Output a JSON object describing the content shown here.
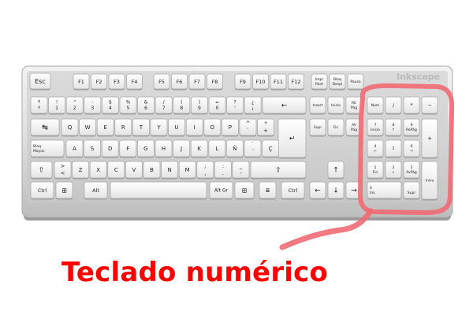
{
  "caption": "Teclado numérico",
  "brand": "Inkscape",
  "colors": {
    "caption": "#ff0000",
    "highlight": "#f06a73",
    "case": "#d9d9d9",
    "key": "#f7f7f7",
    "key_text": "#222222"
  },
  "keyboard": {
    "keys": [
      {
        "name": "key-esc",
        "lines": [
          "Esc"
        ]
      },
      {
        "name": "key-f1",
        "lines": [
          "F1"
        ]
      },
      {
        "name": "key-f2",
        "lines": [
          "F2"
        ]
      },
      {
        "name": "key-f3",
        "lines": [
          "F3"
        ]
      },
      {
        "name": "key-f4",
        "lines": [
          "F4"
        ]
      },
      {
        "name": "key-f5",
        "lines": [
          "F5"
        ]
      },
      {
        "name": "key-f6",
        "lines": [
          "F6"
        ]
      },
      {
        "name": "key-f7",
        "lines": [
          "F7"
        ]
      },
      {
        "name": "key-f8",
        "lines": [
          "F8"
        ]
      },
      {
        "name": "key-f9",
        "lines": [
          "F9"
        ]
      },
      {
        "name": "key-f10",
        "lines": [
          "F10"
        ]
      },
      {
        "name": "key-f11",
        "lines": [
          "F11"
        ]
      },
      {
        "name": "key-f12",
        "lines": [
          "F12"
        ]
      },
      {
        "name": "key-impr-pant",
        "lines": [
          "Impr",
          "Pant"
        ]
      },
      {
        "name": "key-bloq-despl",
        "lines": [
          "Bloq",
          "Despl"
        ]
      },
      {
        "name": "key-pausa",
        "lines": [
          "Pausa"
        ]
      },
      {
        "name": "key-ordinal",
        "lines": [
          "ª",
          "º"
        ]
      },
      {
        "name": "key-1",
        "lines": [
          "!",
          "1"
        ]
      },
      {
        "name": "key-2",
        "lines": [
          "\"",
          "2"
        ]
      },
      {
        "name": "key-3",
        "lines": [
          "·",
          "3"
        ]
      },
      {
        "name": "key-4",
        "lines": [
          "$",
          "4"
        ]
      },
      {
        "name": "key-5",
        "lines": [
          "%",
          "5"
        ]
      },
      {
        "name": "key-6",
        "lines": [
          "&",
          "6"
        ]
      },
      {
        "name": "key-7",
        "lines": [
          "/",
          "7"
        ]
      },
      {
        "name": "key-8",
        "lines": [
          "(",
          "8"
        ]
      },
      {
        "name": "key-9",
        "lines": [
          ")",
          "9"
        ]
      },
      {
        "name": "key-0",
        "lines": [
          "=",
          "0"
        ]
      },
      {
        "name": "key-apostrophe",
        "lines": [
          "?",
          "'"
        ]
      },
      {
        "name": "key-inverted-question",
        "lines": [
          "¿",
          "¡"
        ]
      },
      {
        "name": "key-backspace",
        "lines": [
          "←"
        ]
      },
      {
        "name": "key-tab",
        "lines": [
          "↹"
        ]
      },
      {
        "name": "key-q",
        "lines": [
          "Q"
        ]
      },
      {
        "name": "key-w",
        "lines": [
          "W"
        ]
      },
      {
        "name": "key-e",
        "lines": [
          "E"
        ]
      },
      {
        "name": "key-r",
        "lines": [
          "R"
        ]
      },
      {
        "name": "key-t",
        "lines": [
          "T"
        ]
      },
      {
        "name": "key-y",
        "lines": [
          "Y"
        ]
      },
      {
        "name": "key-u",
        "lines": [
          "U"
        ]
      },
      {
        "name": "key-i",
        "lines": [
          "I"
        ]
      },
      {
        "name": "key-o",
        "lines": [
          "O"
        ]
      },
      {
        "name": "key-p",
        "lines": [
          "P"
        ]
      },
      {
        "name": "key-grave",
        "lines": [
          "^",
          "`"
        ]
      },
      {
        "name": "key-plus",
        "lines": [
          "*",
          "+"
        ]
      },
      {
        "name": "key-enter",
        "lines": [
          "↵"
        ]
      },
      {
        "name": "key-bloq-mayus",
        "lines": [
          "Bloq",
          "Mayús"
        ]
      },
      {
        "name": "key-a",
        "lines": [
          "A"
        ]
      },
      {
        "name": "key-s",
        "lines": [
          "S"
        ]
      },
      {
        "name": "key-d",
        "lines": [
          "D"
        ]
      },
      {
        "name": "key-f",
        "lines": [
          "F"
        ]
      },
      {
        "name": "key-g",
        "lines": [
          "G"
        ]
      },
      {
        "name": "key-h",
        "lines": [
          "H"
        ]
      },
      {
        "name": "key-j",
        "lines": [
          "J"
        ]
      },
      {
        "name": "key-k",
        "lines": [
          "K"
        ]
      },
      {
        "name": "key-l",
        "lines": [
          "L"
        ]
      },
      {
        "name": "key-enie",
        "lines": [
          "Ñ"
        ]
      },
      {
        "name": "key-acute",
        "lines": [
          "¨",
          "´"
        ]
      },
      {
        "name": "key-cedilla",
        "lines": [
          "Ç"
        ]
      },
      {
        "name": "key-shift-left",
        "lines": [
          "⇧"
        ]
      },
      {
        "name": "key-less-than",
        "lines": [
          ">",
          "<"
        ]
      },
      {
        "name": "key-z",
        "lines": [
          "Z"
        ]
      },
      {
        "name": "key-x",
        "lines": [
          "X"
        ]
      },
      {
        "name": "key-c",
        "lines": [
          "C"
        ]
      },
      {
        "name": "key-v",
        "lines": [
          "V"
        ]
      },
      {
        "name": "key-b",
        "lines": [
          "B"
        ]
      },
      {
        "name": "key-n",
        "lines": [
          "N"
        ]
      },
      {
        "name": "key-m",
        "lines": [
          "M"
        ]
      },
      {
        "name": "key-comma",
        "lines": [
          ";",
          ","
        ]
      },
      {
        "name": "key-period",
        "lines": [
          ":",
          "."
        ]
      },
      {
        "name": "key-minus",
        "lines": [
          "_",
          "-"
        ]
      },
      {
        "name": "key-shift-right",
        "lines": [
          "⇧"
        ]
      },
      {
        "name": "key-ctrl-left",
        "lines": [
          "Ctrl"
        ]
      },
      {
        "name": "key-windows-left",
        "lines": [
          "⊞"
        ]
      },
      {
        "name": "key-alt",
        "lines": [
          "Alt"
        ]
      },
      {
        "name": "key-space",
        "lines": [
          ""
        ]
      },
      {
        "name": "key-alt-gr",
        "lines": [
          "Alt Gr"
        ]
      },
      {
        "name": "key-windows-right",
        "lines": [
          "⊞"
        ]
      },
      {
        "name": "key-menu",
        "lines": [
          "≣"
        ]
      },
      {
        "name": "key-ctrl-right",
        "lines": [
          "Ctrl"
        ]
      },
      {
        "name": "key-insert",
        "lines": [
          "Insert"
        ]
      },
      {
        "name": "key-inicio",
        "lines": [
          "Inicio"
        ]
      },
      {
        "name": "key-re-pag",
        "lines": [
          "RE",
          "Pág"
        ]
      },
      {
        "name": "key-supr",
        "lines": [
          "Supr"
        ]
      },
      {
        "name": "key-fin",
        "lines": [
          "Fin"
        ]
      },
      {
        "name": "key-av-pag",
        "lines": [
          "AV",
          "Pág"
        ]
      },
      {
        "name": "key-arrow-up",
        "lines": [
          "↑"
        ]
      },
      {
        "name": "key-arrow-left",
        "lines": [
          "←"
        ]
      },
      {
        "name": "key-arrow-down",
        "lines": [
          "↓"
        ]
      },
      {
        "name": "key-arrow-right",
        "lines": [
          "→"
        ]
      },
      {
        "name": "key-num-lock",
        "lines": [
          "Num"
        ]
      },
      {
        "name": "key-num-divide",
        "lines": [
          "/"
        ]
      },
      {
        "name": "key-num-multiply",
        "lines": [
          "*"
        ]
      },
      {
        "name": "key-num-minus",
        "lines": [
          "−"
        ]
      },
      {
        "name": "key-num-7",
        "lines": [
          "7",
          "Inicio"
        ]
      },
      {
        "name": "key-num-8",
        "lines": [
          "8",
          "↑"
        ]
      },
      {
        "name": "key-num-9",
        "lines": [
          "9",
          "RePág"
        ]
      },
      {
        "name": "key-num-plus",
        "lines": [
          "+"
        ]
      },
      {
        "name": "key-num-4",
        "lines": [
          "4",
          "←"
        ]
      },
      {
        "name": "key-num-5",
        "lines": [
          "5"
        ]
      },
      {
        "name": "key-num-6",
        "lines": [
          "6",
          "→"
        ]
      },
      {
        "name": "key-num-1",
        "lines": [
          "1",
          "Fin"
        ]
      },
      {
        "name": "key-num-2",
        "lines": [
          "2",
          "↓"
        ]
      },
      {
        "name": "key-num-3",
        "lines": [
          "3",
          "AvPág"
        ]
      },
      {
        "name": "key-num-intro",
        "lines": [
          "Intro"
        ]
      },
      {
        "name": "key-num-0",
        "lines": [
          "0",
          "Ins"
        ]
      },
      {
        "name": "key-num-decimal",
        "lines": [
          ".",
          "Supr"
        ]
      }
    ]
  }
}
